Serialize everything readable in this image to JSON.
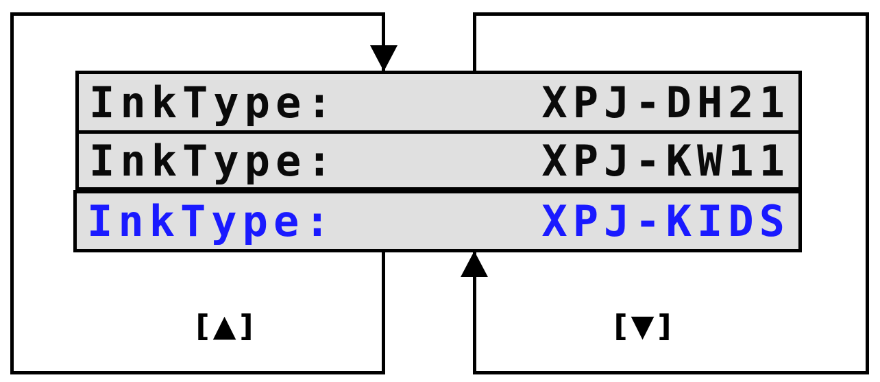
{
  "diagram": {
    "title": "ink-type-selection-cycle",
    "lcd_rows": [
      {
        "label": "InkType:",
        "value": "XPJ-DH21",
        "state": "normal"
      },
      {
        "label": "InkType:",
        "value": "XPJ-KW11",
        "state": "normal"
      },
      {
        "label": "InkType:",
        "value": "XPJ-KIDS",
        "state": "selected"
      }
    ],
    "buttons": {
      "up_label": "[▲]",
      "down_label": "[▼]"
    },
    "arrows": {
      "top_arrow_direction": "down",
      "bottom_arrow_direction": "up"
    },
    "colors": {
      "line": "#000000",
      "lcd_background": "#e0e0e0",
      "normal_text": "#0a0a0a",
      "selected_text": "#1a1aff"
    }
  }
}
